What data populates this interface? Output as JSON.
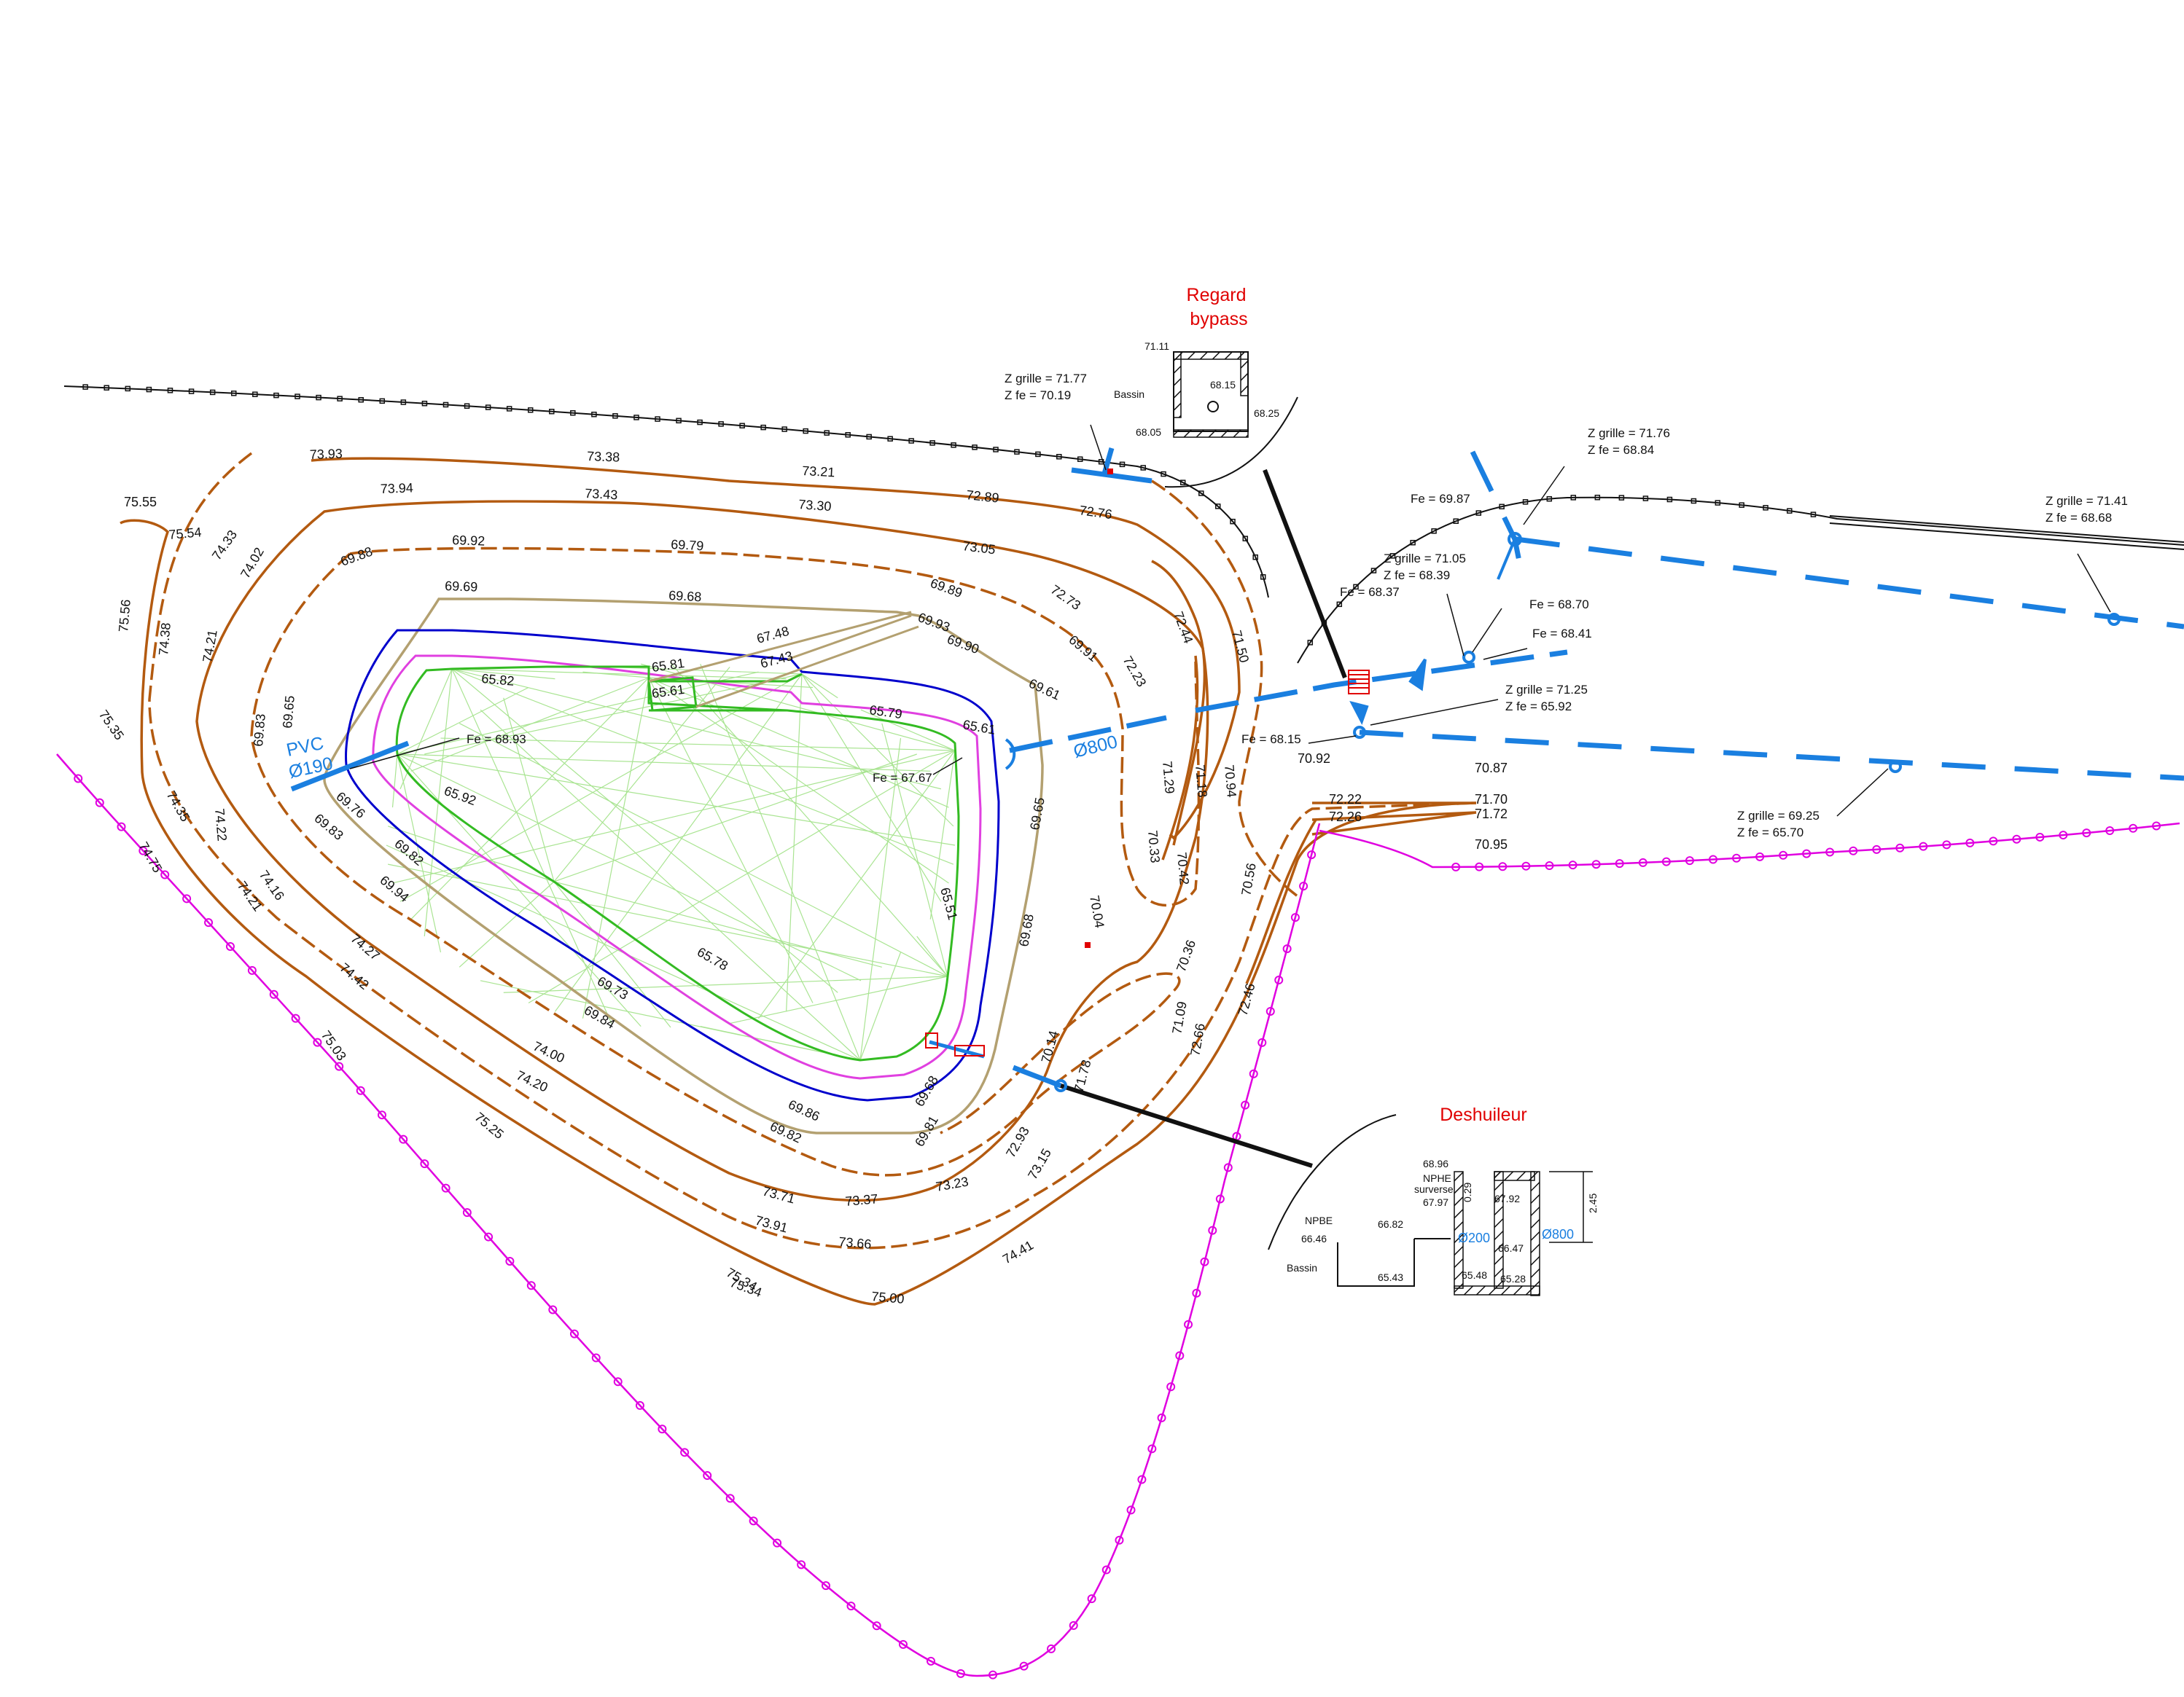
{
  "map": {
    "titles": {
      "regard": "Regard\nbypass",
      "deshuileur": "Deshuileur"
    },
    "colors": {
      "contour": "#b35a10",
      "fence": "#e000e0",
      "pipe": "#1a7fe0",
      "basin_blue": "#0000cc",
      "basin_magenta": "#e040e0",
      "basin_green": "#33bb22",
      "hatch": "#88e070",
      "tan": "#b3a070",
      "title": "#e00000"
    },
    "contour_labels": [
      "73.93",
      "73.38",
      "73.21",
      "72.89",
      "72.76",
      "75.55",
      "75.54",
      "73.94",
      "73.43",
      "73.30",
      "73.05",
      "74.33",
      "74.02",
      "69.92",
      "69.79",
      "69.88",
      "72.73",
      "72.44",
      "71.50",
      "75.56",
      "74.38",
      "74.21",
      "69.69",
      "69.68",
      "69.89",
      "72.23",
      "69.91",
      "69.93",
      "69.90",
      "67.48",
      "67.43",
      "65.81",
      "65.61",
      "65.82",
      "69.61",
      "65.79",
      "65.61",
      "69.65",
      "69.83",
      "71.29",
      "71.18",
      "70.94",
      "70.33",
      "70.42",
      "75.35",
      "74.35",
      "74.22",
      "69.76",
      "69.83",
      "69.82",
      "69.94",
      "65.92",
      "69.65",
      "65.51",
      "74.16",
      "74.21",
      "70.04",
      "74.75",
      "69.68",
      "65.78",
      "74.27",
      "74.42",
      "69.73",
      "69.84",
      "70.56",
      "70.36",
      "72.46",
      "71.09",
      "72.66",
      "71.78",
      "70.14",
      "74.00",
      "75.03",
      "74.20",
      "75.25",
      "69.86",
      "69.82",
      "69.68",
      "69.81",
      "72.93",
      "73.15",
      "73.71",
      "73.37",
      "73.23",
      "73.91",
      "73.66",
      "75.34",
      "75.34",
      "75.00",
      "74.41",
      "70.92",
      "72.22",
      "72.26",
      "70.87",
      "71.70",
      "71.72",
      "70.95"
    ],
    "pipe_labels": {
      "d800": "Ø800",
      "pvc": "PVC",
      "d190": "Ø190"
    },
    "notes": {
      "fe_6893": "Fe = 68.93",
      "fe_6767": "Fe = 67.67",
      "zg_7177": "Z grille = 71.77",
      "zfe_7019": "Z fe = 70.19",
      "zg_7176": "Z grille = 71.76",
      "zfe_6884": "Z fe = 68.84",
      "zg_7141": "Z grille = 71.41",
      "zfe_6868": "Z fe = 68.68",
      "fe_6987": "Fe = 69.87",
      "zg_7105": "Z grille = 71.05",
      "zfe_6839": "Z fe = 68.39",
      "fe_6837": "Fe = 68.37",
      "fe_6870": "Fe = 68.70",
      "fe_6841": "Fe = 68.41",
      "zg_7125": "Z grille = 71.25",
      "zfe_6592": "Z fe = 65.92",
      "fe_6815": "Fe = 68.15",
      "zg_6925": "Z grille = 69.25",
      "zfe_6570": "Z fe = 65.70"
    },
    "regard": {
      "v1": "71.11",
      "v2": "68.15",
      "v3": "68.25",
      "v4": "68.05",
      "bassin": "Bassin"
    },
    "deshuileur": {
      "v_6896": "68.96",
      "nphe": "NPHE",
      "surverse": "surverse",
      "v_6797": "67.97",
      "v_6792": "67.92",
      "npbe": "NPBE",
      "v_6646": "66.46",
      "v_6682": "66.82",
      "d200": "Ø200",
      "d800": "Ø800",
      "v_6647": "66.47",
      "bassin": "Bassin",
      "v_6543": "65.43",
      "v_6548": "65.48",
      "v_6528": "65.28",
      "dim_245": "2.45",
      "dim_029": "0.29"
    }
  }
}
